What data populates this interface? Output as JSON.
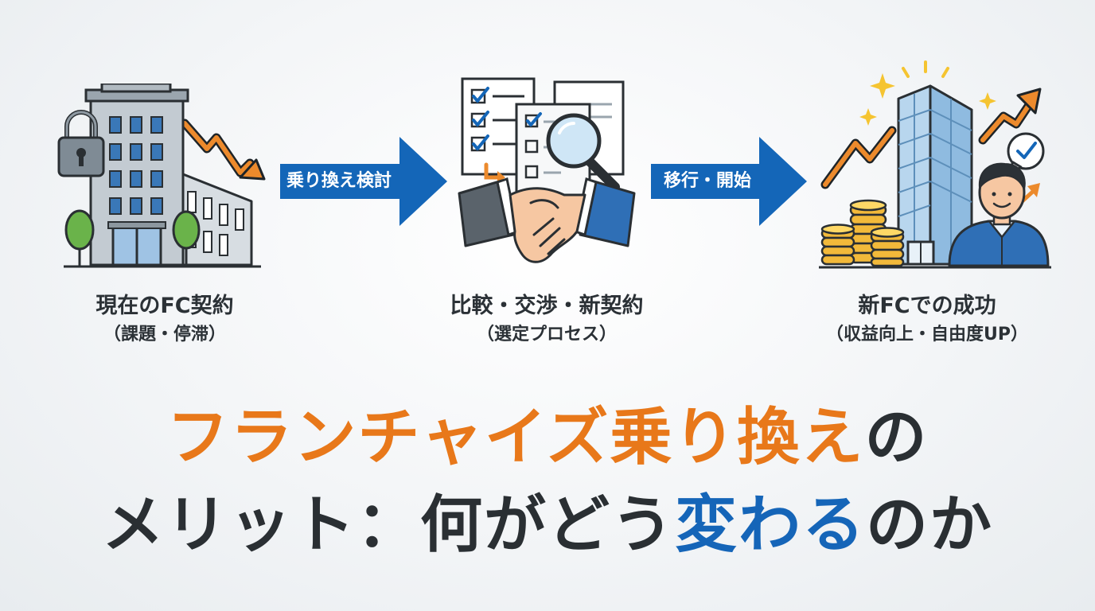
{
  "stages": [
    {
      "title": "現在のFC契約",
      "subtitle": "（課題・停滞）"
    },
    {
      "title": "比較・交渉・新契約",
      "subtitle": "（選定プロセス）"
    },
    {
      "title": "新FCでの成功",
      "subtitle": "（収益向上・自由度UP）"
    }
  ],
  "arrows": [
    {
      "label": "乗り換え検討"
    },
    {
      "label": "移行・開始"
    }
  ],
  "headline": {
    "line1_orange": "フランチャイズ乗り換え",
    "line1_dark": "の",
    "line2_dark_a": "メリット：何がどう",
    "line2_blue": "変わる",
    "line2_dark_b": "のか"
  },
  "colors": {
    "accent_orange": "#e8781a",
    "accent_blue": "#1565b8",
    "text_dark": "#2a2f33",
    "arrow_blue": "#1466b8"
  },
  "icons": {
    "stage1": [
      "lock-icon",
      "office-building-icon",
      "downtrend-arrow-icon",
      "tree-icon"
    ],
    "stage2": [
      "checklist-document-icon",
      "magnifier-icon",
      "handshake-icon"
    ],
    "stage3": [
      "skyscraper-icon",
      "uptrend-arrow-icon",
      "coin-stack-icon",
      "businessman-icon",
      "check-bubble-icon",
      "sparkle-icon"
    ]
  }
}
